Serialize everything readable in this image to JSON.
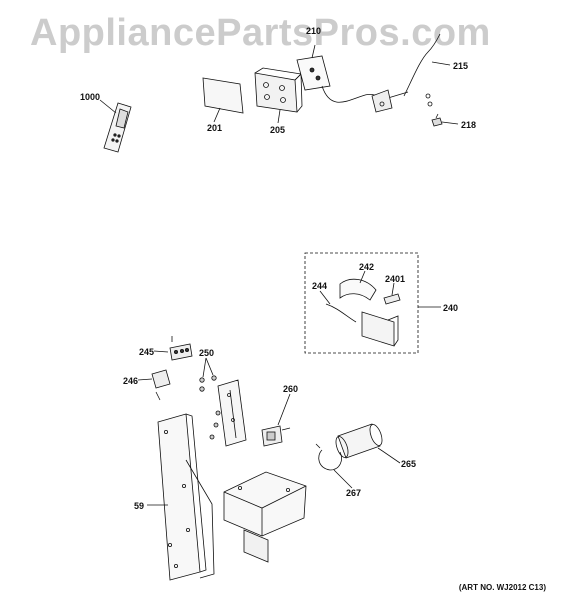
{
  "watermark": "AppliancePartsPros.com",
  "art_number": "(ART NO. WJ2012 C13)",
  "callouts": {
    "p1000": "1000",
    "p201": "201",
    "p205": "205",
    "p210": "210",
    "p215": "215",
    "p218": "218",
    "p240": "240",
    "p242": "242",
    "p244": "244",
    "p2401": "2401",
    "p245": "245",
    "p246": "246",
    "p250": "250",
    "p260": "260",
    "p265": "265",
    "p267": "267",
    "p59": "59"
  }
}
